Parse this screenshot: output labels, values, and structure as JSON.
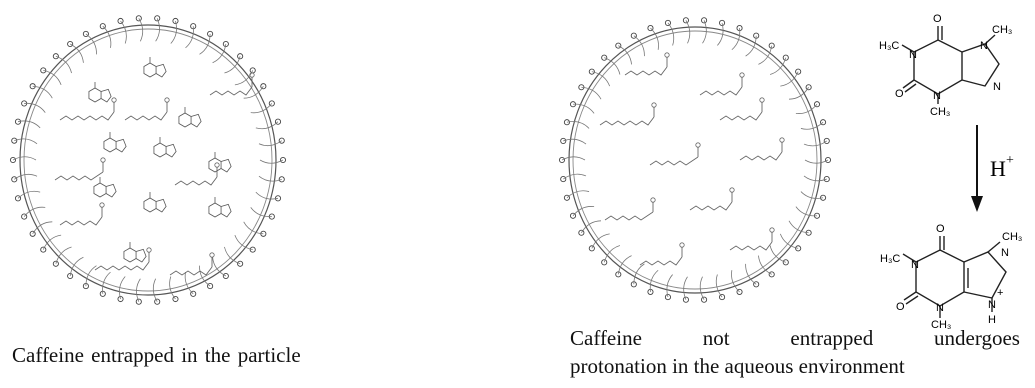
{
  "left_panel": {
    "caption": "Caffeine entrapped in the particle"
  },
  "right_panel": {
    "caption_words": [
      "Caffeine",
      "not",
      "entrapped",
      "undergoes"
    ],
    "caption_line2": "protonation in the aqueous environment",
    "reaction_label": "H",
    "reaction_superscript": "+",
    "caffeine_atoms": {
      "methyl_left": "H₃C",
      "methyl_top_right": "CH₃",
      "methyl_bottom": "CH₃",
      "oxygen": "O",
      "nitrogen": "N",
      "hydrogen": "H",
      "charge": "+"
    }
  },
  "colors": {
    "line": "#333333",
    "background": "#ffffff"
  }
}
